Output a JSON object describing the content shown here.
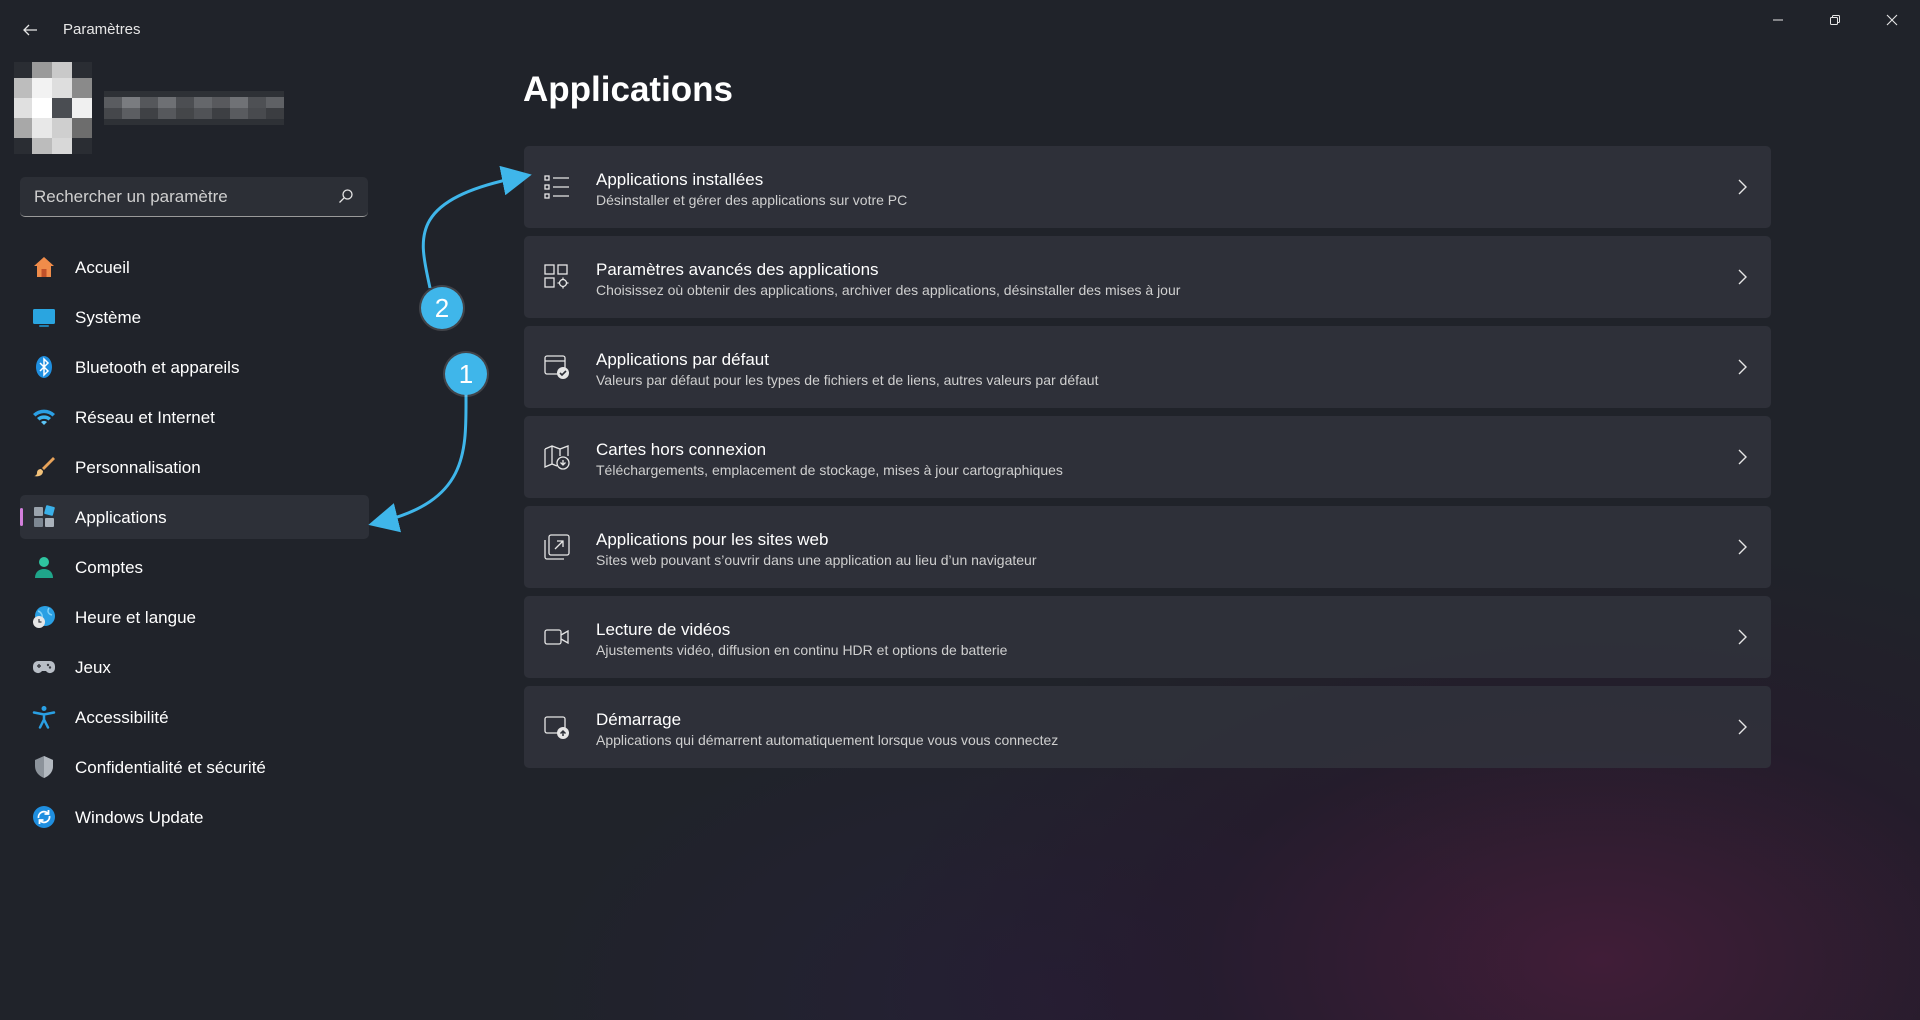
{
  "window": {
    "title": "Paramètres",
    "back_icon": "arrow-left-icon",
    "controls": [
      "minimize-icon",
      "restore-icon",
      "close-icon"
    ]
  },
  "search": {
    "placeholder": "Rechercher un paramètre",
    "value": ""
  },
  "sidebar": {
    "items": [
      {
        "label": "Accueil",
        "icon": "home-icon"
      },
      {
        "label": "Système",
        "icon": "monitor-icon"
      },
      {
        "label": "Bluetooth et appareils",
        "icon": "bluetooth-icon"
      },
      {
        "label": "Réseau et Internet",
        "icon": "wifi-icon"
      },
      {
        "label": "Personnalisation",
        "icon": "paintbrush-icon"
      },
      {
        "label": "Applications",
        "icon": "apps-icon",
        "selected": true
      },
      {
        "label": "Comptes",
        "icon": "person-icon"
      },
      {
        "label": "Heure et langue",
        "icon": "globe-clock-icon"
      },
      {
        "label": "Jeux",
        "icon": "gamepad-icon"
      },
      {
        "label": "Accessibilité",
        "icon": "accessibility-icon"
      },
      {
        "label": "Confidentialité et sécurité",
        "icon": "shield-icon"
      },
      {
        "label": "Windows Update",
        "icon": "sync-icon"
      }
    ]
  },
  "main": {
    "title": "Applications",
    "cards": [
      {
        "title": "Applications installées",
        "subtitle": "Désinstaller et gérer des applications sur votre PC",
        "icon": "list-icon"
      },
      {
        "title": "Paramètres avancés des applications",
        "subtitle": "Choisissez où obtenir des applications, archiver des applications, désinstaller des mises à jour",
        "icon": "apps-gear-icon"
      },
      {
        "title": "Applications par défaut",
        "subtitle": "Valeurs par défaut pour les types de fichiers et de liens, autres valeurs par défaut",
        "icon": "default-app-icon"
      },
      {
        "title": "Cartes hors connexion",
        "subtitle": "Téléchargements, emplacement de stockage, mises à jour cartographiques",
        "icon": "map-download-icon"
      },
      {
        "title": "Applications pour les sites web",
        "subtitle": "Sites web pouvant s’ouvrir dans une application au lieu d’un navigateur",
        "icon": "open-in-app-icon"
      },
      {
        "title": "Lecture de vidéos",
        "subtitle": "Ajustements vidéo, diffusion en continu HDR et options de batterie",
        "icon": "video-camera-icon"
      },
      {
        "title": "Démarrage",
        "subtitle": "Applications qui démarrent automatiquement lorsque vous vous connectez",
        "icon": "startup-icon"
      }
    ]
  },
  "annotations": {
    "step1": "1",
    "step2": "2",
    "color": "#3fb6ea"
  },
  "colors": {
    "accent": "#d37fdc",
    "background": "#20232a",
    "card": "#32353e"
  }
}
